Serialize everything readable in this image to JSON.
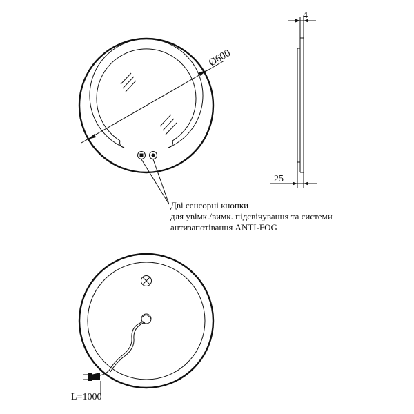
{
  "front_view": {
    "diameter_label": "Ø600"
  },
  "side_view": {
    "thickness_label": "4",
    "depth_label": "25"
  },
  "callout": {
    "line1": "Дві сенсорні кнопки",
    "line2": "для увімк./вимк. підсвічування та системи",
    "line3": "антизапотівання ANTI-FOG"
  },
  "rear_view": {
    "cable_length_label": "L=1000"
  }
}
